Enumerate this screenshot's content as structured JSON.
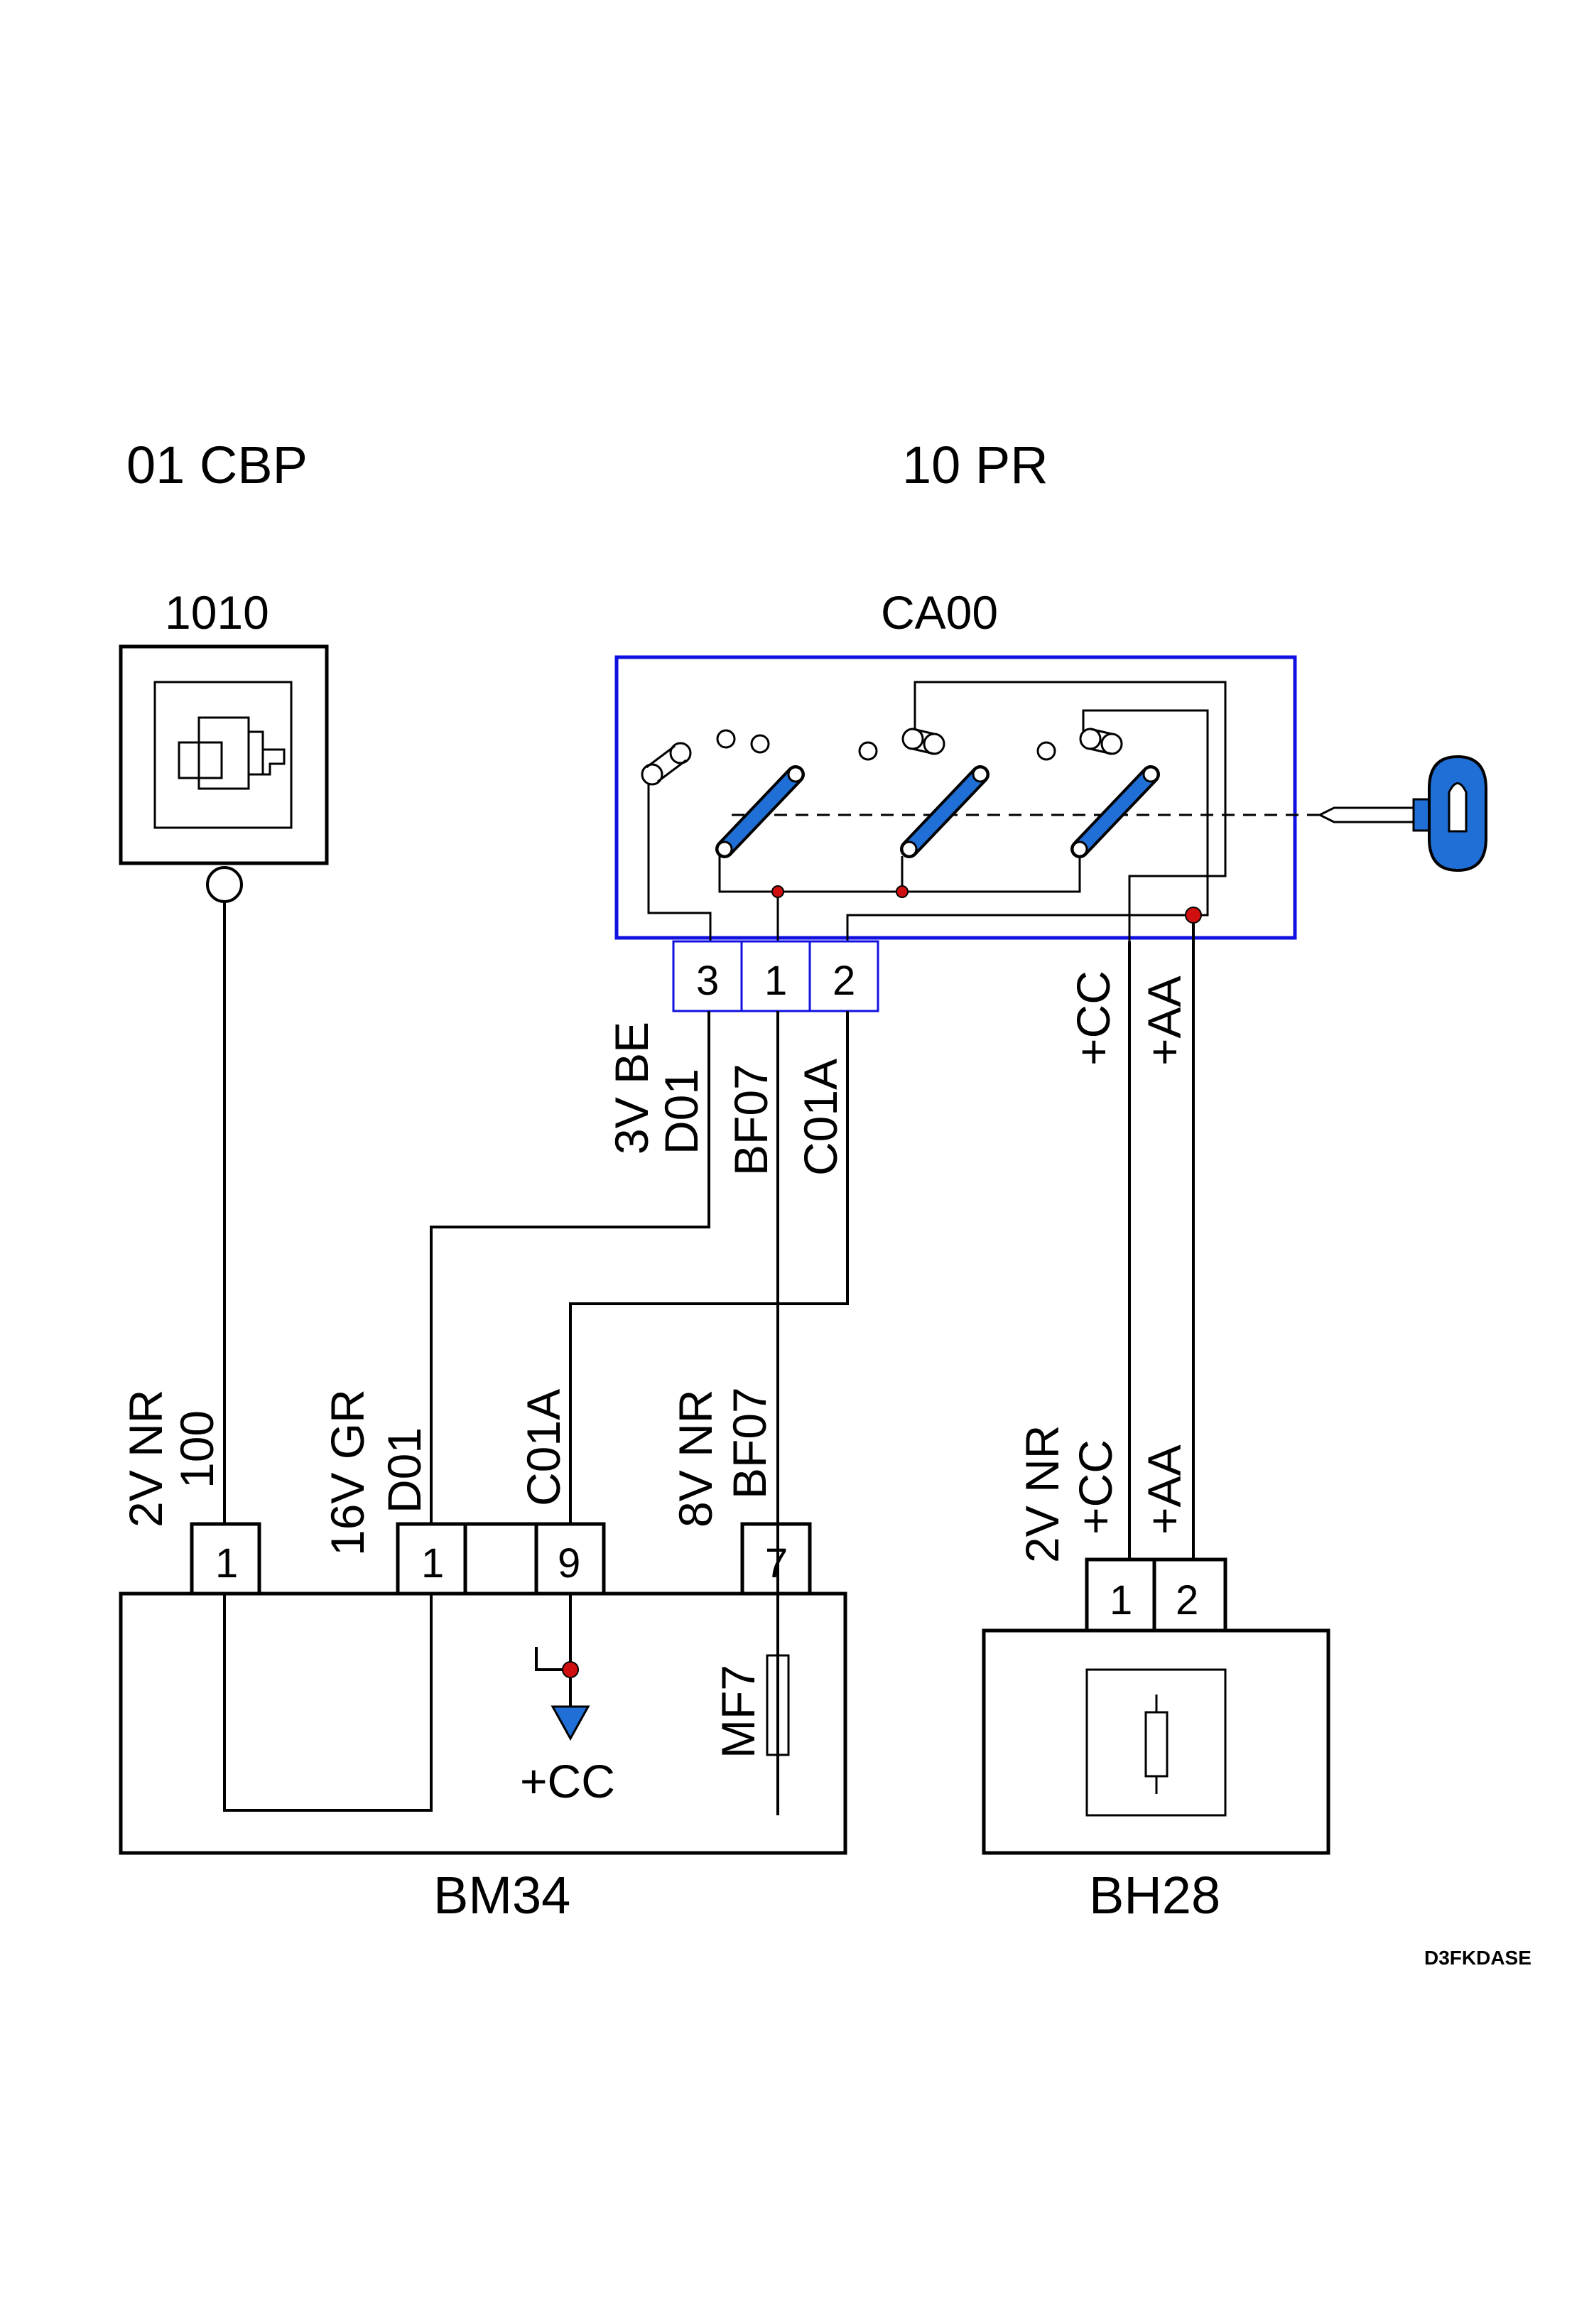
{
  "headers": {
    "left": "01 CBP",
    "right": "10 PR"
  },
  "components": {
    "starter": "1010",
    "switch": "CA00",
    "bm34": "BM34",
    "bh28": "BH28"
  },
  "switch_pins": [
    "3",
    "1",
    "2"
  ],
  "switch_wire_labels": {
    "w3_conn": "3V BE",
    "w3_wire": "D01",
    "w1_wire": "BF07",
    "w2_wire": "C01A",
    "cc": "+CC",
    "aa": "+AA"
  },
  "bm34_pins": [
    "1",
    "1",
    "9",
    "7"
  ],
  "bm34_labels": {
    "p1a_conn": "2V NR",
    "p1a_wire": "100",
    "p1b_conn": "16V GR",
    "p1b_wire": "D01",
    "p9_wire": "C01A",
    "p7_conn": "8V NR",
    "p7_wire": "BF07",
    "fuse": "MF7",
    "supply": "+CC"
  },
  "bh28_pins": [
    "1",
    "2"
  ],
  "bh28_labels": {
    "conn": "2V NR",
    "cc": "+CC",
    "aa": "+AA"
  },
  "reference": "D3FKDASE",
  "colors": {
    "accent_blue": "#1f6fd6",
    "frame_blue": "#1010e0",
    "junction_red": "#d01010"
  }
}
